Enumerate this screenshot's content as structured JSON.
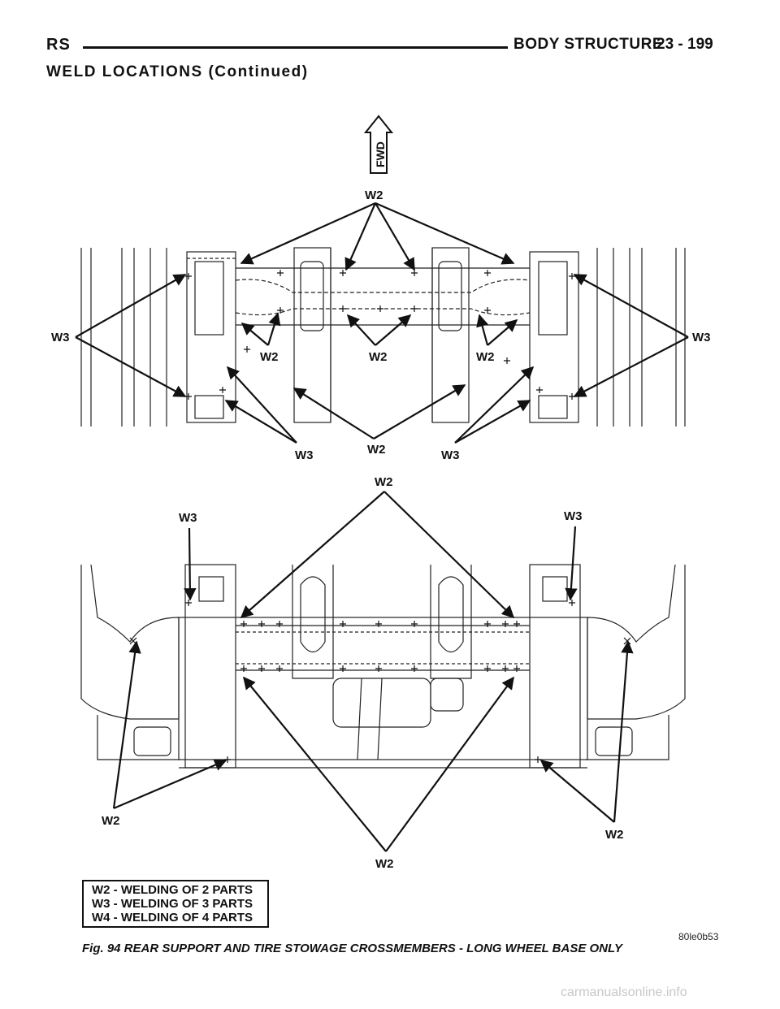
{
  "header": {
    "left": "RS",
    "section": "BODY STRUCTURE",
    "page": "23 - 199"
  },
  "subheading": "WELD LOCATIONS (Continued)",
  "figure": {
    "fwd_label": "FWD",
    "callouts": {
      "w2": "W2",
      "w3": "W3"
    },
    "legend": [
      "W2 - WELDING OF 2 PARTS",
      "W3 - WELDING OF 3 PARTS",
      "W4 - WELDING OF 4 PARTS"
    ],
    "code": "80le0b53",
    "caption": "Fig. 94 REAR SUPPORT AND TIRE STOWAGE CROSSMEMBERS - LONG WHEEL BASE ONLY"
  },
  "watermark": "carmanualsonline.info"
}
